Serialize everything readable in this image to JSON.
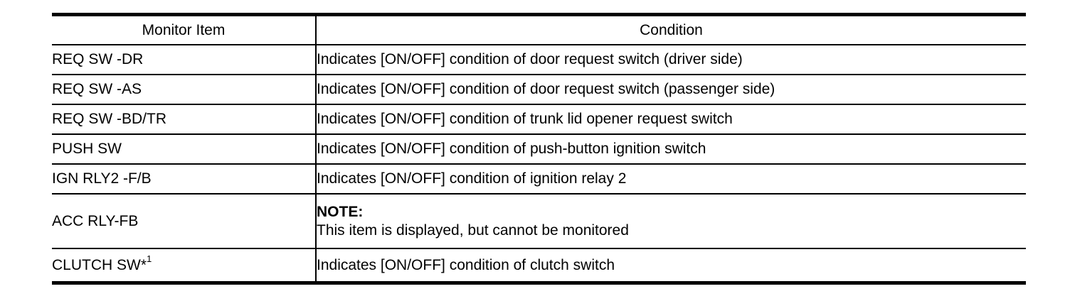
{
  "colors": {
    "background": "#ffffff",
    "text": "#000000",
    "border": "#000000"
  },
  "table": {
    "headers": {
      "monitor_item": "Monitor Item",
      "condition": "Condition"
    },
    "rows": [
      {
        "item": "REQ SW -DR",
        "condition": "Indicates [ON/OFF] condition of door request switch (driver side)"
      },
      {
        "item": "REQ SW -AS",
        "condition": "Indicates [ON/OFF] condition of door request switch (passenger side)"
      },
      {
        "item": "REQ SW -BD/TR",
        "condition": "Indicates [ON/OFF] condition of trunk lid opener request switch"
      },
      {
        "item": "PUSH SW",
        "condition": "Indicates [ON/OFF] condition of push-button ignition switch"
      },
      {
        "item": "IGN RLY2 -F/B",
        "condition": "Indicates [ON/OFF] condition of ignition relay 2"
      },
      {
        "item": "ACC RLY-FB",
        "note_label": "NOTE:",
        "note_text": "This item is displayed, but cannot be monitored"
      },
      {
        "item": "CLUTCH SW*",
        "item_sup": "1",
        "condition": "Indicates [ON/OFF] condition of clutch switch"
      }
    ]
  }
}
